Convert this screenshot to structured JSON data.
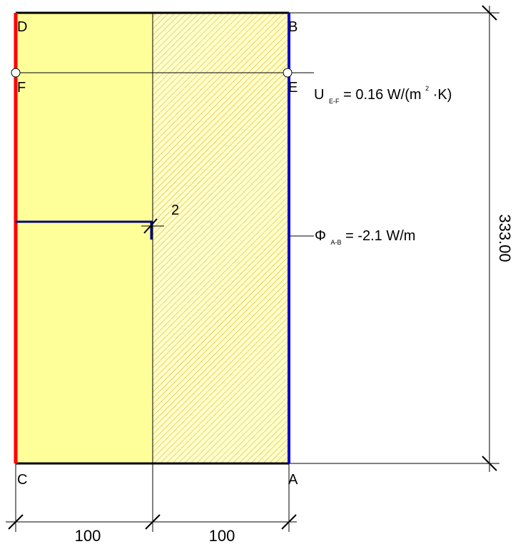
{
  "corners": {
    "D": "D",
    "B": "B",
    "F": "F",
    "E": "E",
    "C": "C",
    "A": "A"
  },
  "annotations": {
    "u_symbol": "U",
    "u_sub": "E-F",
    "u_value": "= 0.16 W/(m",
    "u_sup": "2",
    "u_unit_tail": "·K)",
    "phi_symbol": "Φ",
    "phi_sub": "A-B",
    "phi_value": "= -2.1 W/m",
    "node_label": "2"
  },
  "dimensions": {
    "height": "333.00",
    "width_left": "100",
    "width_right": "100"
  },
  "colors": {
    "material_fill": "#ffff99",
    "hatch_line": "#d9a700",
    "boundary_cold": "#ff0000",
    "boundary_warm": "#0000ff",
    "outline": "#000000",
    "dark_blue": "#000080"
  }
}
